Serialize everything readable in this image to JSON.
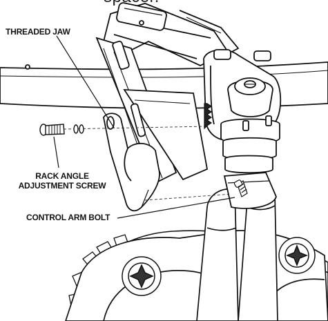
{
  "caption_fragment": "spacer.",
  "callouts": {
    "threaded_jaw": "THREADED JAW",
    "rack_angle_line1": "RACK ANGLE",
    "rack_angle_line2": "ADJUSTMENT SCREW",
    "control_arm_bolt": "CONTROL ARM BOLT"
  },
  "colors": {
    "line": "#111111",
    "fill": "#ffffff",
    "shade": "#d9d9d9",
    "dark": "#2a2a2a"
  }
}
